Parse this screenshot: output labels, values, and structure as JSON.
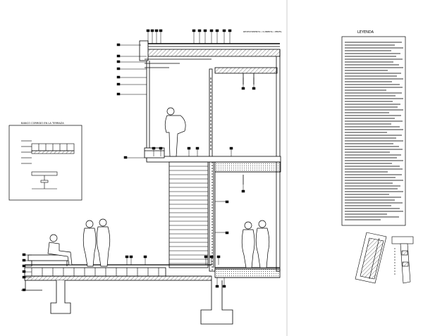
{
  "sheet": {
    "legend_title": "LEYENDA",
    "detail_title": "BANCO CORRIDO EN LA TERRAZA",
    "roof_note": "REVESTIMIENTO / CUBIERTA / PERFIL"
  },
  "colors": {
    "ink": "#000000",
    "hatch": "#555555",
    "paper": "#ffffff"
  }
}
